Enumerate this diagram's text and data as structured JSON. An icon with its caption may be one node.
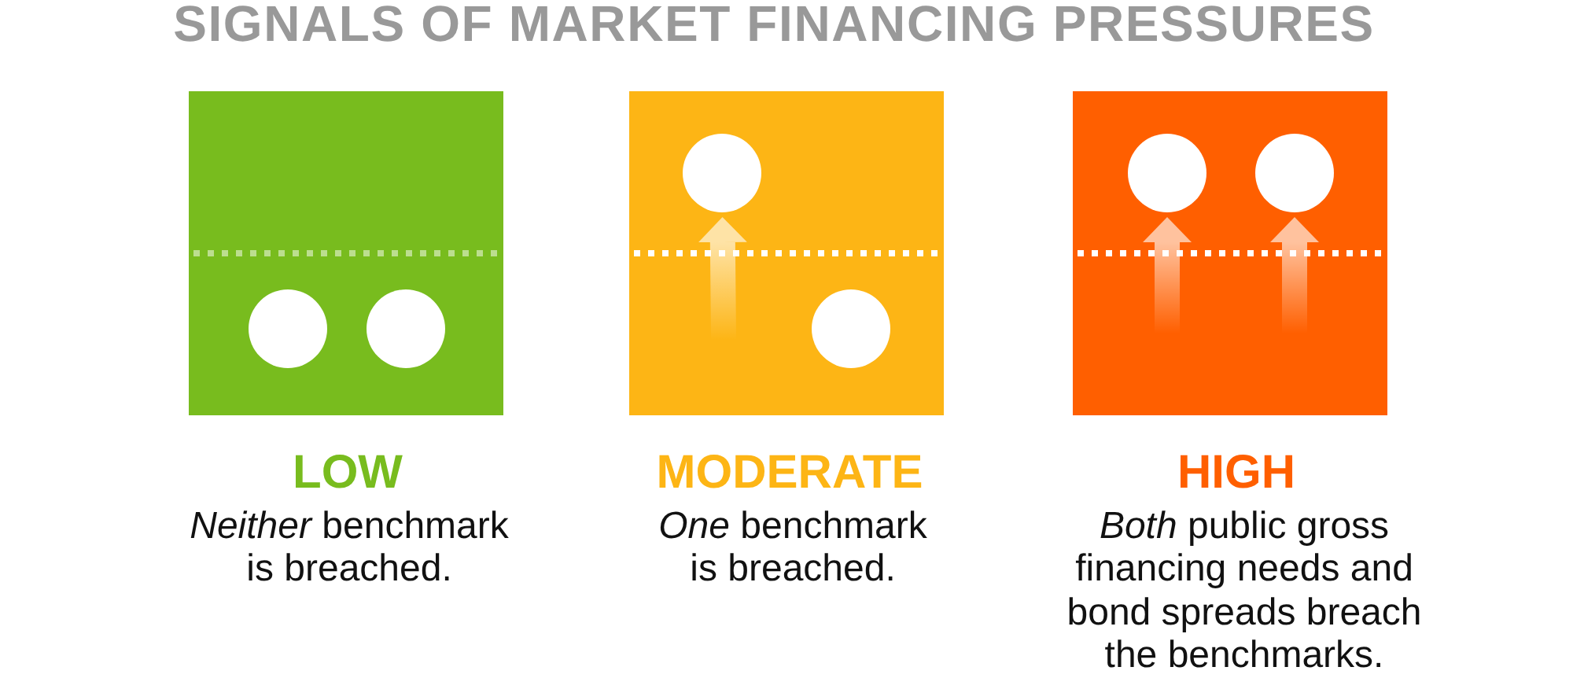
{
  "diagram": {
    "title": "SIGNALS OF MARKET FINANCING PRESSURES",
    "nodes": [
      {
        "text": [
          "LOW",
          "*Neither* benchmark is breached."
        ]
      },
      {
        "text": [],
        "shape": "circle",
        "in": 0
      },
      {
        "text": [],
        "shape": "circle",
        "in": 0
      },
      {
        "text": [
          "MODERATE",
          "*One* benchmark is breached."
        ]
      },
      {
        "text": [],
        "shape": "circle",
        "in": 3
      },
      {
        "text": [],
        "shape": "circle",
        "in": 3
      },
      {
        "text": [
          "HIGH",
          "*Both* public gross financing needs and bond spreads breach the benchmarks."
        ]
      },
      {
        "text": [],
        "shape": "circle",
        "in": 6
      },
      {
        "text": [],
        "shape": "circle",
        "in": 6
      }
    ],
    "edges": [
      {
        "from": null,
        "to": 4,
        "arrow": "to",
        "style": "thick"
      },
      {
        "from": null,
        "to": 7,
        "arrow": "to",
        "style": "thick"
      },
      {
        "from": null,
        "to": 8,
        "arrow": "to",
        "style": "thick"
      }
    ]
  }
}
